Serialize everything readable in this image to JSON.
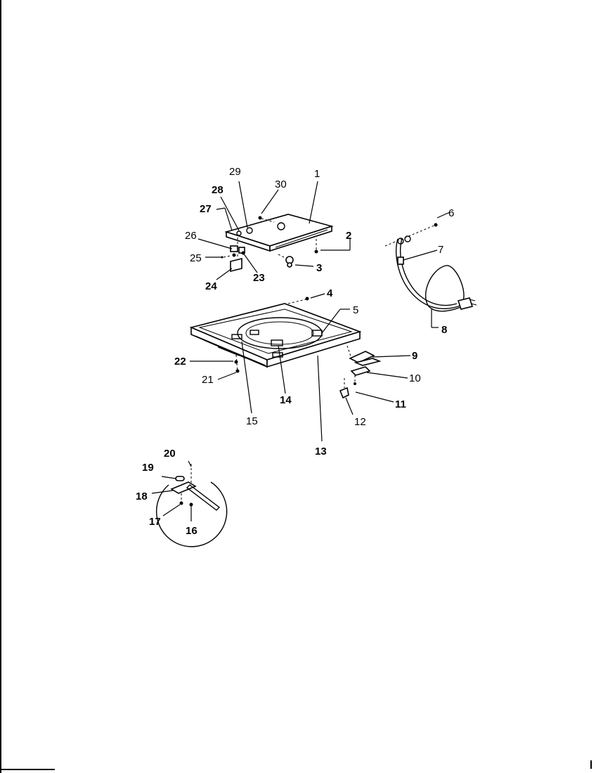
{
  "diagram": {
    "callouts": [
      {
        "id": "1",
        "text": "1"
      },
      {
        "id": "2",
        "text": "2"
      },
      {
        "id": "3",
        "text": "3"
      },
      {
        "id": "4",
        "text": "4"
      },
      {
        "id": "5",
        "text": "5"
      },
      {
        "id": "6",
        "text": "6"
      },
      {
        "id": "7",
        "text": "7"
      },
      {
        "id": "8",
        "text": "8"
      },
      {
        "id": "9",
        "text": "9"
      },
      {
        "id": "10",
        "text": "10"
      },
      {
        "id": "11",
        "text": "11"
      },
      {
        "id": "12",
        "text": "12"
      },
      {
        "id": "13",
        "text": "13"
      },
      {
        "id": "14",
        "text": "14"
      },
      {
        "id": "15",
        "text": "15"
      },
      {
        "id": "16",
        "text": "16"
      },
      {
        "id": "17",
        "text": "17"
      },
      {
        "id": "18",
        "text": "18"
      },
      {
        "id": "19",
        "text": "19"
      },
      {
        "id": "20",
        "text": "20"
      },
      {
        "id": "21",
        "text": "21"
      },
      {
        "id": "22",
        "text": "22"
      },
      {
        "id": "23",
        "text": "23"
      },
      {
        "id": "24",
        "text": "24"
      },
      {
        "id": "25",
        "text": "25"
      },
      {
        "id": "26",
        "text": "26"
      },
      {
        "id": "27",
        "text": "27"
      },
      {
        "id": "28",
        "text": "28"
      },
      {
        "id": "29",
        "text": "29"
      },
      {
        "id": "30",
        "text": "30"
      }
    ]
  }
}
